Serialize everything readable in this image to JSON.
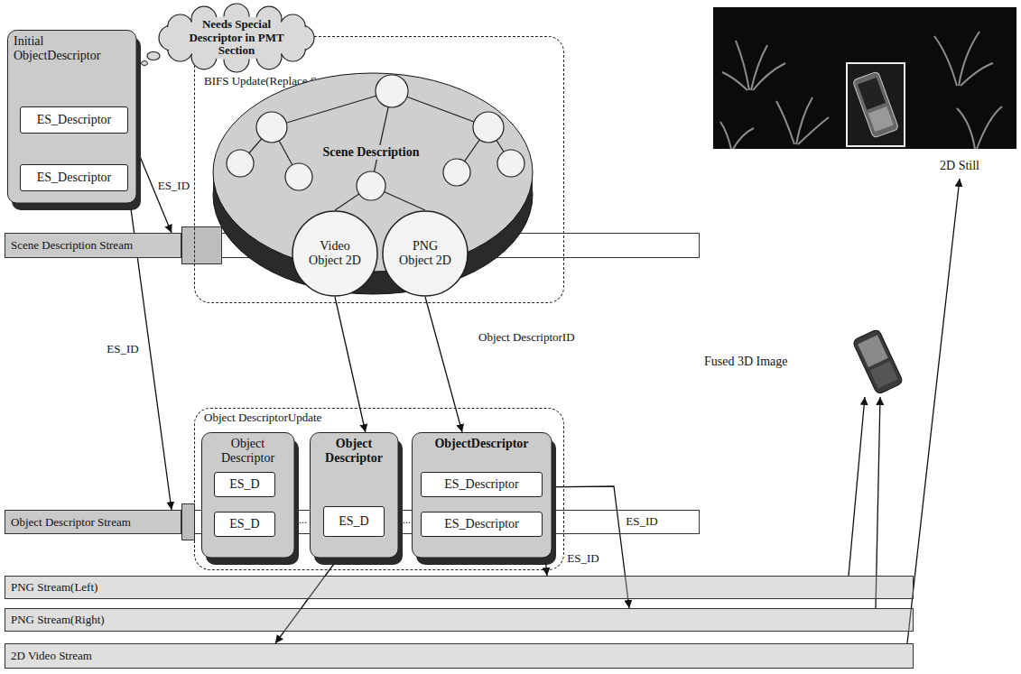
{
  "diagram": {
    "nodes": [
      {
        "text": [
          "Needs Special Descriptor in PMT Section"
        ]
      },
      {
        "text": [
          "Initial ObjectDescriptor"
        ]
      },
      {
        "text": [
          "ES_Descriptor"
        ],
        "in": 1
      },
      {
        "text": [
          "ES_Descriptor"
        ],
        "in": 1
      },
      {
        "text": [
          "BIFS Update(Replace Scene)"
        ]
      },
      {
        "text": [
          "Scene Description"
        ],
        "in": 4
      },
      {
        "text": [
          "Video Object 2D"
        ],
        "in": 5
      },
      {
        "text": [
          "PNG Object 2D"
        ],
        "in": 5
      },
      {
        "text": [
          "Scene Description Stream"
        ]
      },
      {
        "text": [
          "Object DescriptorUpdate"
        ]
      },
      {
        "text": [
          "Object Descriptor"
        ],
        "in": 9
      },
      {
        "text": [
          "ES_D"
        ],
        "in": 10
      },
      {
        "text": [
          "ES_D"
        ],
        "in": 10
      },
      {
        "text": [
          "Object Descriptor"
        ],
        "in": 9
      },
      {
        "text": [
          "ES_D"
        ],
        "in": 13
      },
      {
        "text": [
          "ObjectDescriptor"
        ],
        "in": 9
      },
      {
        "text": [
          "ES_Descriptor"
        ],
        "in": 15
      },
      {
        "text": [
          "ES_Descriptor"
        ],
        "in": 15
      },
      {
        "text": [
          "Object Descriptor Stream"
        ]
      },
      {
        "text": [
          "PNG Stream(Left)"
        ]
      },
      {
        "text": [
          "PNG Stream(Right)"
        ]
      },
      {
        "text": [
          "2D Video Stream"
        ]
      },
      {
        "text": [
          "2D Still"
        ]
      },
      {
        "text": [
          "Fused 3D Image"
        ]
      }
    ],
    "edges": [
      {
        "from": 2,
        "to": 8,
        "label": "ES_ID",
        "arrow": "to"
      },
      {
        "from": 3,
        "to": 18,
        "label": "ES_ID",
        "arrow": "to"
      },
      {
        "from": 6,
        "to": 13,
        "arrow": "to"
      },
      {
        "from": 7,
        "to": 15,
        "label": "Object DescriptorID",
        "arrow": "to"
      },
      {
        "from": 14,
        "to": 21,
        "arrow": "to"
      },
      {
        "from": 16,
        "to": 20,
        "label": "ES_ID",
        "arrow": "to"
      },
      {
        "from": 17,
        "to": 19,
        "label": "ES_ID",
        "arrow": "to"
      },
      {
        "from": 19,
        "to": 23,
        "arrow": "to"
      },
      {
        "from": 20,
        "to": 23,
        "arrow": "to"
      },
      {
        "from": 21,
        "to": 22,
        "arrow": "to"
      }
    ],
    "labels": [
      "...",
      "..."
    ]
  }
}
